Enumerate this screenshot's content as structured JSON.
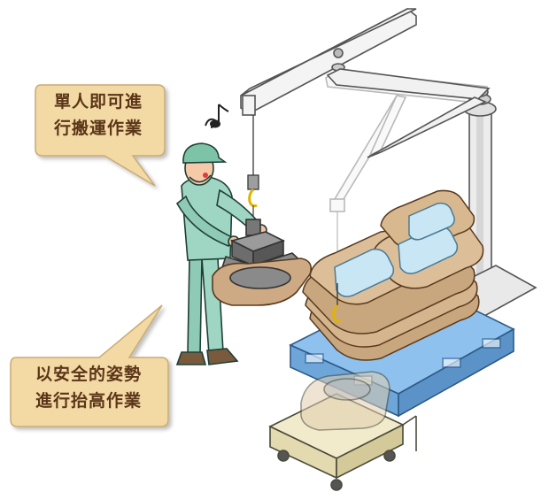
{
  "callouts": {
    "top": {
      "line1": "單人即可進",
      "line2": "行搬運作業"
    },
    "bottom": {
      "line1": "以安全的姿勢",
      "line2": "進行抬高作業"
    }
  },
  "colors": {
    "callout_fill": "#f3d9a4",
    "callout_text": "#5a3518",
    "worker_uniform": "#9fd6c3",
    "bag": "#c8a77e",
    "pallet": "#7fb6e6",
    "crane_frame": "#eeeeee",
    "scale": "#efe8c8"
  },
  "icons": {
    "music": "music-note-icon"
  }
}
